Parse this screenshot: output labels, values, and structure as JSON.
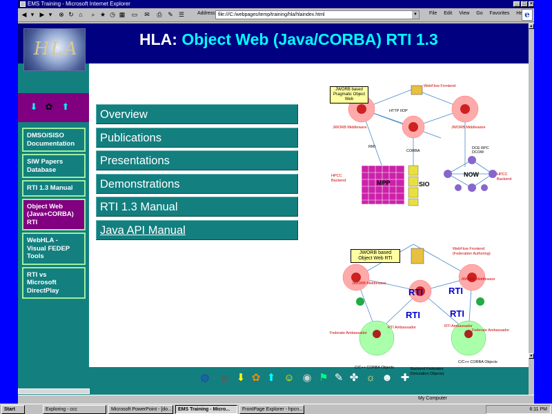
{
  "window": {
    "title": "EMS Training - Microsoft Internet Explorer"
  },
  "browser": {
    "address_label": "Address",
    "address_value": "file:///C:/webpages/temp/training/hla/hlaindex.html",
    "menus": [
      "File",
      "Edit",
      "View",
      "Go",
      "Favorites",
      "Help"
    ],
    "status_zone": "My Computer"
  },
  "page": {
    "title_prefix": "HLA:",
    "title_accent": "Object Web (Java/CORBA) RTI 1.3",
    "logo_text": "HLA"
  },
  "sidebar": {
    "items": [
      {
        "label": "DMSO/SISO\nDocumentation",
        "active": false
      },
      {
        "label": "SIW Papers\nDatabase",
        "active": false
      },
      {
        "label": "RTI 1.3 Manual",
        "active": false
      },
      {
        "label": "Object Web\n(Java+CORBA)\nRTI",
        "active": true
      },
      {
        "label": "WebHLA -\nVisual FEDEP\nTools",
        "active": false
      },
      {
        "label": "RTI vs\nMicrosoft\nDirectPlay",
        "active": false
      }
    ]
  },
  "main_nav": {
    "items": [
      {
        "label": "Overview",
        "link": false
      },
      {
        "label": "Publications",
        "link": false
      },
      {
        "label": "Presentations",
        "link": false
      },
      {
        "label": "Demonstrations",
        "link": false
      },
      {
        "label": "RTI 1.3 Manual",
        "link": false
      },
      {
        "label": "Java API Manual",
        "link": true
      }
    ]
  },
  "diagram_top": {
    "box_label": "JWORB based\nPragmatic Object Web",
    "frontend": "WebFlow Frontend",
    "mw_left": "JWORB Middleware",
    "mw_right": "JWORB Middleware",
    "hpcc_left": "HPCC\nBackend",
    "hpcc_right": "HPCC\nBackend",
    "mpp": "MPP",
    "sio": "SIO",
    "now": "NOW",
    "corba": "CORBA",
    "rmi": "RMI",
    "http_iiop": "HTTP IIOP",
    "dcerpc": "DCE RPC\nDCOM"
  },
  "diagram_bottom": {
    "box_label": "JWORB based\nObject Web RTI",
    "frontend": "WebFlow Frontend\n(Federation Authoring)",
    "mw_left": "JWORB Middleware",
    "mw_right": "JWORB Middleware",
    "rti": "RTI",
    "rti_amb": "RTI Ambassador",
    "fed_amb": "Federate Ambassador",
    "backend": "Backend  Federates\n(Simulation Objects)",
    "corba_left": "C/C++ CORBA Objects",
    "corba_right": "C/C++ CORBA Objects"
  },
  "taskbar": {
    "start": "Start",
    "tasks": [
      {
        "label": "Exploring - ccc",
        "pressed": false
      },
      {
        "label": "Microsoft PowerPoint - [do...",
        "pressed": false
      },
      {
        "label": "EMS Training - Micro...",
        "pressed": true
      },
      {
        "label": "FrontPage Explorer - hpcn...",
        "pressed": false
      }
    ],
    "clock": "6:11 PM"
  },
  "colors": {
    "desktop": "#0000ff",
    "header": "#000080",
    "teal": "#137f7f",
    "purple": "#800080",
    "accent": "#00ffff",
    "side_border": "#a0f0a0"
  }
}
